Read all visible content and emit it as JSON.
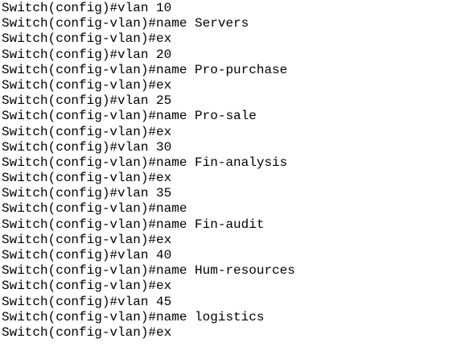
{
  "terminal": {
    "lines": [
      "Switch(config)#vlan 10",
      "Switch(config-vlan)#name Servers",
      "Switch(config-vlan)#ex",
      "Switch(config)#vlan 20",
      "Switch(config-vlan)#name Pro-purchase",
      "Switch(config-vlan)#ex",
      "Switch(config)#vlan 25",
      "Switch(config-vlan)#name Pro-sale",
      "Switch(config-vlan)#ex",
      "Switch(config)#vlan 30",
      "Switch(config-vlan)#name Fin-analysis",
      "Switch(config-vlan)#ex",
      "Switch(config)#vlan 35",
      "Switch(config-vlan)#name",
      "Switch(config-vlan)#name Fin-audit",
      "Switch(config-vlan)#ex",
      "Switch(config)#vlan 40",
      "Switch(config-vlan)#name Hum-resources",
      "Switch(config-vlan)#ex",
      "Switch(config)#vlan 45",
      "Switch(config-vlan)#name logistics",
      "Switch(config-vlan)#ex"
    ]
  }
}
